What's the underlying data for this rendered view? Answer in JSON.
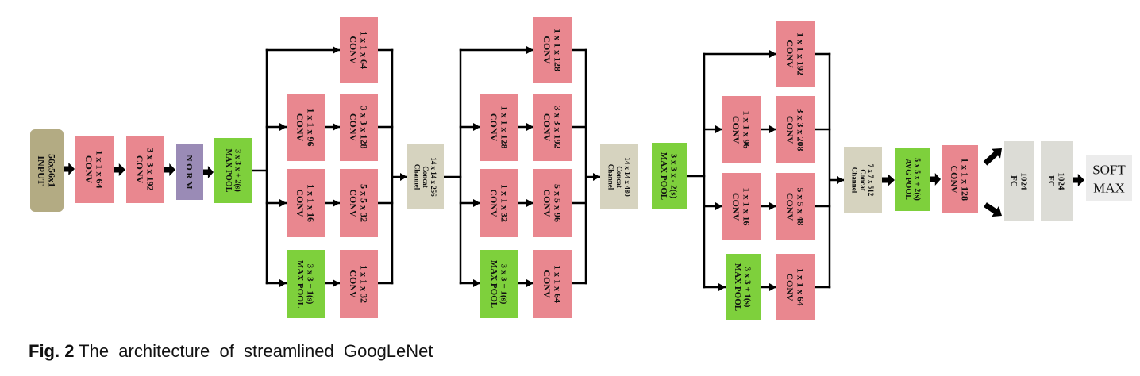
{
  "colors": {
    "conv": "#e9878f",
    "pool": "#7ed03c",
    "norm": "#9a8bb6",
    "input": "#b3ab83",
    "concat": "#d6d3bf",
    "fc": "#dcdcd6",
    "softmax": "#ececec",
    "line": "#000000"
  },
  "blocks": {
    "input": [
      "INPUT",
      "56x56x1"
    ],
    "conv1": [
      "CONV",
      "1 x 1 x 64"
    ],
    "conv2": [
      "CONV",
      "3 x 3 x 192"
    ],
    "norm": [
      "N O R M"
    ],
    "maxpool1": [
      "MAX POOL",
      "3 x 3 x + 2(s)"
    ],
    "i1_conv_1x1x64": [
      "CONV",
      "1 x 1 x 64"
    ],
    "i1_conv_1x1x96": [
      "CONV",
      "1 x 1 x 96"
    ],
    "i1_conv_3x3x128": [
      "CONV",
      "3 x 3 x 128"
    ],
    "i1_conv_1x1x16": [
      "CONV",
      "1 x 1 x 16"
    ],
    "i1_conv_5x5x32": [
      "CONV",
      "5 x 5 x 32"
    ],
    "i1_maxpool": [
      "MAX POOL",
      "3 x 3 + 1(s)"
    ],
    "i1_conv_1x1x32": [
      "CONV",
      "1 x 1 x 32"
    ],
    "concat1": [
      "Channel",
      "Concat",
      "14 x 14 x 256"
    ],
    "i2_conv_1x1x128a": [
      "CONV",
      "1 x 1 x 128"
    ],
    "i2_conv_1x1x128b": [
      "CONV",
      "1 x 1 x 128"
    ],
    "i2_conv_3x3x192": [
      "CONV",
      "3 x 3 x 192"
    ],
    "i2_conv_1x1x32": [
      "CONV",
      "1 x 1 x 32"
    ],
    "i2_conv_5x5x96": [
      "CONV",
      "5 x 5 x 96"
    ],
    "i2_maxpool": [
      "MAX POOL",
      "3 x 3 + 1(s)"
    ],
    "i2_conv_1x1x64": [
      "CONV",
      "1 x 1 x 64"
    ],
    "concat2": [
      "Channel",
      "Concat",
      "14 x 14 x 480"
    ],
    "maxpool2": [
      "MAX POOL",
      "3 x 3 x - 2(s)"
    ],
    "i3_conv_1x1x192": [
      "CONV",
      "1 x 1 x 192"
    ],
    "i3_conv_1x1x96": [
      "CONV",
      "1 x 1 x 96"
    ],
    "i3_conv_3x3x208": [
      "CONV",
      "3 x 3 x 208"
    ],
    "i3_conv_1x1x16": [
      "CONV",
      "1 x 1 x 16"
    ],
    "i3_conv_5x5x48": [
      "CONV",
      "5 x 5 x 48"
    ],
    "i3_maxpool": [
      "MAX POOL",
      "3 x 3 + 1(s)"
    ],
    "i3_conv_1x1x64": [
      "CONV",
      "1 x 1 x 64"
    ],
    "concat3": [
      "Channel",
      "Concat",
      "7 x 7 x 512"
    ],
    "avgpool": [
      "AVG POOL",
      "5 x 5 x + 2(s)"
    ],
    "conv_final": [
      "CONV",
      "1 x 1 x 128"
    ],
    "fc1": [
      "FC",
      "1024"
    ],
    "fc2": [
      "FC",
      "1024"
    ],
    "softmax": [
      "SOFT",
      "MAX"
    ]
  },
  "caption": {
    "label": "Fig. 2",
    "text": " The  architecture  of  streamlined  GoogLeNet"
  }
}
